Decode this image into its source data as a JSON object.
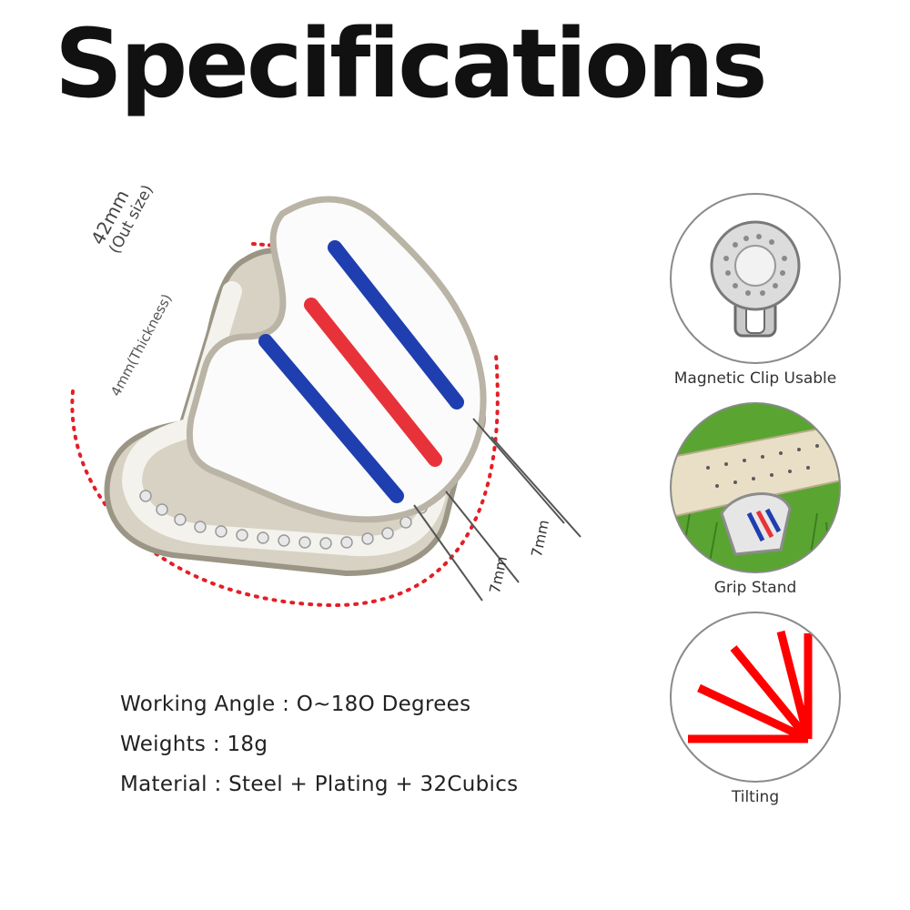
{
  "title": "Specifications",
  "dimensions": {
    "out_size_value": "42mm",
    "out_size_note": "(Out size)",
    "thickness": "4mm(Thickness)",
    "gap_a": "7mm",
    "gap_b": "7mm"
  },
  "specs": [
    "Working Angle : O~18O Degrees",
    "Weights : 18g",
    "Material : Steel + Plating + 32Cubics"
  ],
  "features": [
    {
      "label": "Magnetic Clip Usable",
      "icon": "magnetic-clip-icon"
    },
    {
      "label": "Grip Stand",
      "icon": "grip-stand-photo"
    },
    {
      "label": "Tilting",
      "icon": "tilting-rays-icon"
    }
  ],
  "colors": {
    "stripe_blue": "#1f3fb0",
    "stripe_red": "#e8323a",
    "dotted_red": "#e41e26",
    "tilt_red": "#ff0000"
  }
}
